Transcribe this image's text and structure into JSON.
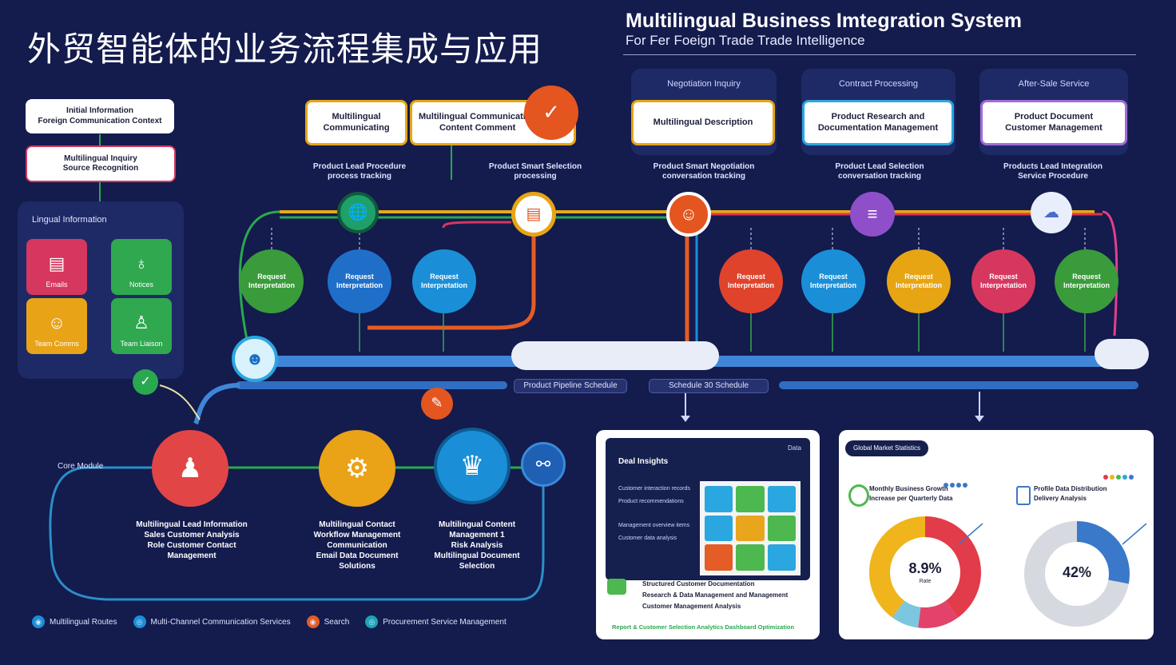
{
  "header": {
    "title_cn": "外贸智能体的业务流程集成与应用",
    "title_en": "Multilingual Business Imtegration System",
    "subtitle_en": "For Fer Foeign Trade Trade Intelligence"
  },
  "left_panel": {
    "card1": "Initial Information\nForeign Communication Context",
    "card2": "Multilingual Inquiry\nSource Recognition",
    "box_title": "Lingual Information",
    "tiles": [
      {
        "label": "Emails",
        "color": "#d6375f",
        "icon": "document-icon"
      },
      {
        "label": "Notices",
        "color": "#2fa84f",
        "icon": "bulb-icon"
      },
      {
        "label": "Team Comms",
        "color": "#e8a317",
        "icon": "user-icon"
      },
      {
        "label": "Team Liaison",
        "color": "#2fa84f",
        "icon": "person-icon"
      }
    ]
  },
  "top_cards": [
    {
      "text": "Multilingual\nCommunicating",
      "tag": "Product Lead Procedure\nprocess tracking"
    },
    {
      "text": "Multilingual Communication\nContent Comment",
      "tag": "Product Smart Selection\nprocessing"
    },
    {
      "text": "Multilingual Description",
      "tag": "Product Smart Negotiation\nconversation tracking"
    },
    {
      "text": "Product Research and\nDocumentation Management",
      "tag": "Product Lead Selection\nconversation tracking"
    },
    {
      "text": "Product Document\nCustomer Management",
      "tag": "Products Lead Integration\nService Procedure"
    }
  ],
  "panel_headers": [
    "Negotiation Inquiry",
    "Contract Processing",
    "After-Sale Service"
  ],
  "process_circles": [
    {
      "label": "Request\nInterpretation",
      "color": "#3a9b3a"
    },
    {
      "label": "Request\nInterpretation",
      "color": "#1f6fc9"
    },
    {
      "label": "Request\nInterpretation",
      "color": "#1a8fd8"
    },
    {
      "label": "Request\nInterpretation",
      "color": "#e0432b"
    },
    {
      "label": "Request\nInterpretation",
      "color": "#1a8fd8"
    },
    {
      "label": "Request\nInterpretation",
      "color": "#e7a514"
    },
    {
      "label": "Request\nInterpretation",
      "color": "#d6375f"
    },
    {
      "label": "Request\nInterpretation",
      "color": "#3a9b3a"
    }
  ],
  "flow_labels": [
    "Product Pipeline Schedule",
    "Schedule 30 Schedule"
  ],
  "bottom_flow": {
    "side_label": "Core Module",
    "nodes": [
      {
        "text": "Multilingual Lead Information\nSales Customer Analysis\nRole Customer Contact\nManagement",
        "color": "#e24545"
      },
      {
        "text": "Multilingual Contact\nWorkflow Management\nCommunication\nEmail Data Document\nSolutions",
        "color": "#eaa216"
      },
      {
        "text": "Multilingual Content\nManagement 1\nRisk Analysis\nMultilingual Document\nSelection",
        "color": "#1a8fd8"
      }
    ]
  },
  "legend": [
    {
      "label": "Multilingual Routes",
      "color": "#1a8fd8",
      "glyph": "◉"
    },
    {
      "label": "Multi-Channel Communication Services",
      "color": "#1a8fd8",
      "glyph": "◎"
    },
    {
      "label": "Search",
      "color": "#e45c26",
      "glyph": "◉"
    },
    {
      "label": "Procurement Service Management",
      "color": "#1aa5b8",
      "glyph": "◎"
    }
  ],
  "dashboard_left": {
    "title": "Deal Insights",
    "corner": "Data",
    "lines": [
      "Customer interaction records",
      "Product recommendations",
      "Management overview items",
      "Customer data analysis"
    ],
    "footer_lines": [
      "Structured Customer Documentation",
      "Research & Data Management and Management",
      "Customer Management Analysis"
    ],
    "bottom": "Report & Customer Selection Analytics Dashboard Optimization",
    "grid_colors": [
      "#2aa6e0",
      "#4cb84f",
      "#2aa6e0",
      "#2aa6e0",
      "#e9a51c",
      "#4cb84f",
      "#e45c26",
      "#4cb84f",
      "#2aa6e0"
    ]
  },
  "dashboard_right": {
    "tag": "Global Market Statistics",
    "row1": "Monthly Business Growth\nIncrease per Quarterly Data",
    "row2": "Profile Data Distribution\nDelivery Analysis",
    "donut1_value": "8.9%",
    "donut1_sub": "Rate",
    "donut2_value": "42%",
    "donut1_slices": [
      {
        "v": 40,
        "c": "#e23b4a"
      },
      {
        "v": 12,
        "c": "#e3436b"
      },
      {
        "v": 8,
        "c": "#7cc6e0"
      },
      {
        "v": 40,
        "c": "#f0b41c"
      }
    ],
    "donut2_slices": [
      {
        "v": 28,
        "c": "#3a78c9"
      },
      {
        "v": 72,
        "c": "#d7d9e0"
      }
    ]
  }
}
